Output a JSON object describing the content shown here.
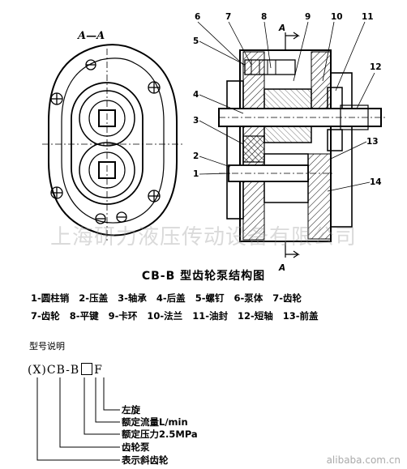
{
  "section_label": "A—A",
  "callouts": [
    "1",
    "2",
    "3",
    "4",
    "5",
    "6",
    "7",
    "8",
    "9",
    "10",
    "11",
    "12",
    "13",
    "14"
  ],
  "section_marks": [
    "A",
    "A"
  ],
  "watermark": "上海研力液压传动设备有限公司",
  "caption": "CB-B 型齿轮泵结构图",
  "legend_row_1": [
    "1-圆柱销",
    "2-压盖",
    "3-轴承",
    "4-后盖",
    "5-螺钉",
    "6-泵体",
    "7-齿轮"
  ],
  "legend_row_2": [
    "7-齿轮",
    "8-平键",
    "9-卡环",
    "10-法兰",
    "11-油封",
    "12-短轴",
    "13-前盖"
  ],
  "model_title": "型号说明",
  "model_code": {
    "prefix": "(X)CB-B",
    "suffix": "F"
  },
  "model_labels": [
    "左旋",
    "额定流量L/min",
    "额定压力2.5MPa",
    "齿轮泵",
    "表示斜齿轮"
  ],
  "site": "alibaba.com.cn"
}
